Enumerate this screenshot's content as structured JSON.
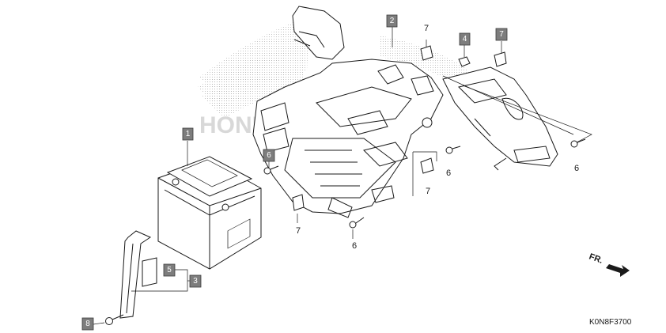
{
  "diagram": {
    "part_callouts": [
      {
        "ref": "1"
      },
      {
        "ref": "2"
      },
      {
        "ref": "4"
      },
      {
        "ref": "7"
      },
      {
        "ref": "6"
      },
      {
        "ref": "5"
      },
      {
        "ref": "3"
      },
      {
        "ref": "8"
      }
    ],
    "plain_labels": [
      {
        "ref": "7"
      },
      {
        "ref": "6"
      },
      {
        "ref": "6"
      },
      {
        "ref": "7"
      },
      {
        "ref": "7"
      },
      {
        "ref": "6"
      }
    ],
    "watermark": "HONDA",
    "direction_label": "FR.",
    "figure_code": "K0N8F3700"
  }
}
